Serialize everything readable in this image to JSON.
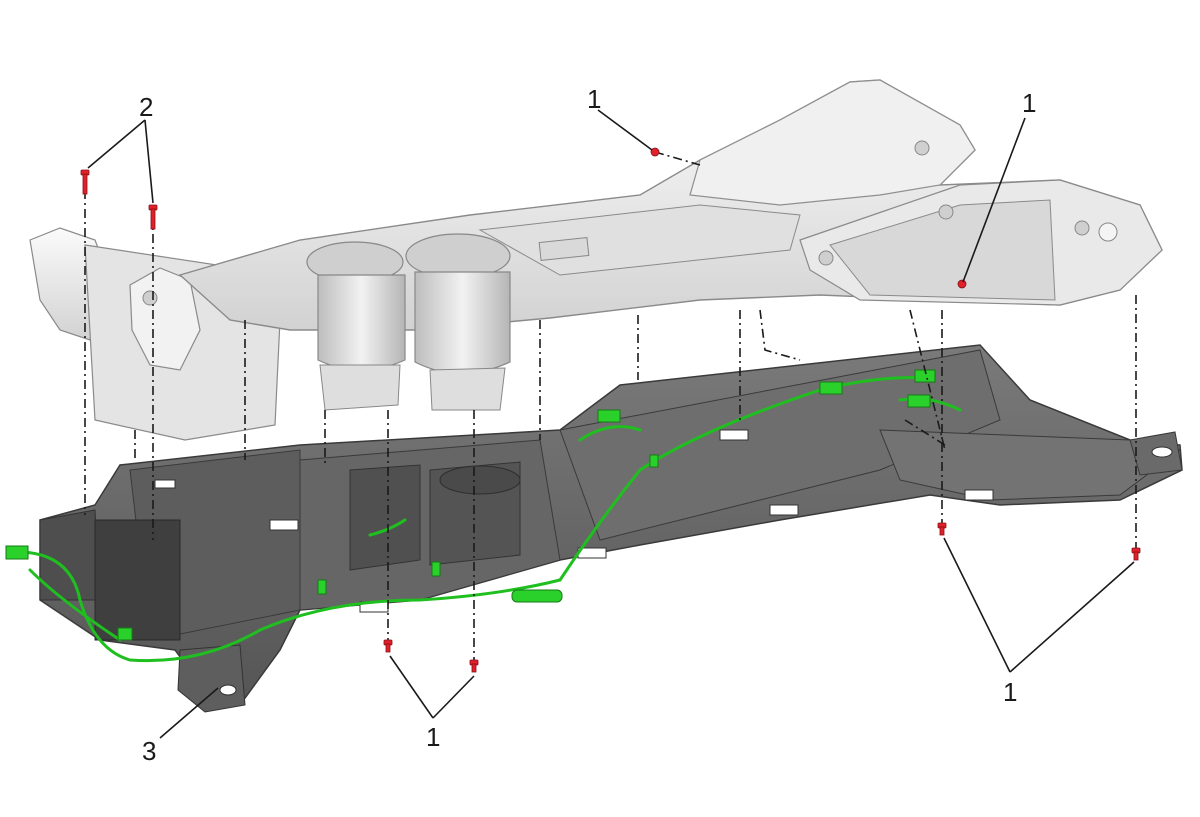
{
  "callouts": {
    "c1_top_left": "1",
    "c1_top_right": "1",
    "c2": "2",
    "c1_bottom_mid": "1",
    "c1_bottom_right": "1",
    "c3": "3"
  },
  "colors": {
    "console_trim": "#e8e8e8",
    "bracket": "#6b6b6b",
    "bracket_dark": "#4a4a4a",
    "fastener": "#e0202a",
    "harness": "#1fbf1f"
  }
}
